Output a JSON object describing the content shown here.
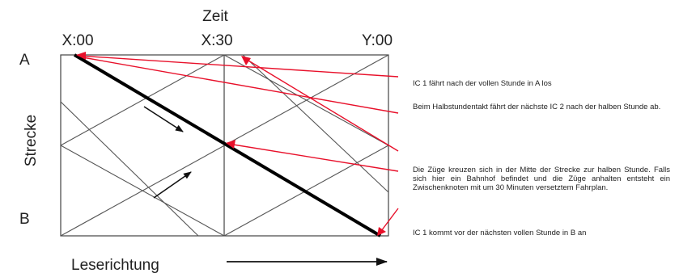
{
  "diagram": {
    "title": "Zeit",
    "time_labels": [
      "X:00",
      "X:30",
      "Y:00"
    ],
    "stations": [
      "A",
      "B"
    ],
    "axis_label": "Strecke",
    "reading_direction": "Leserichtung",
    "colors": {
      "grid": "#444444",
      "ic1_line": "#000000",
      "annotation": "#e8102a"
    }
  },
  "annotations": [
    {
      "text": "IC 1 fährt nach der vollen Stunde in A los"
    },
    {
      "text": "Beim Halbstundentakt fährt der nächste IC 2 nach der halben Stunde ab."
    },
    {
      "text": "Die Züge kreuzen sich in der Mitte der Strecke zur halben Stunde. Falls sich hier ein Bahnhof befindet und die Züge anhalten entsteht ein Zwischenknoten mit um 30 Minuten versetztem Fahrplan."
    },
    {
      "text": "IC 1 kommt vor der nächsten vollen Stunde in B an"
    }
  ]
}
